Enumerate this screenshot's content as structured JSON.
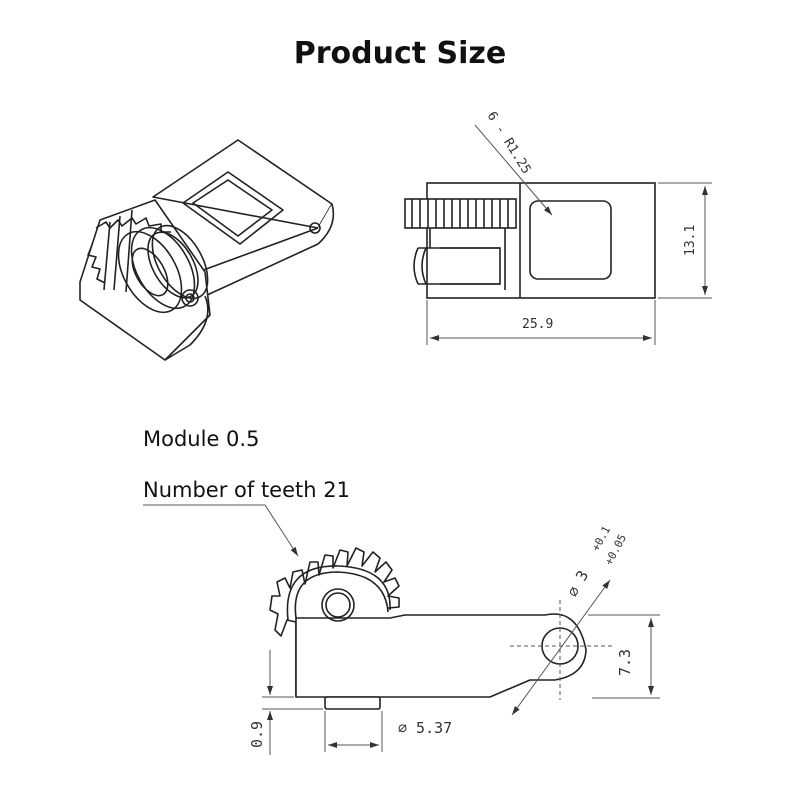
{
  "title": "Product Size",
  "notes": {
    "module": "Module 0.5",
    "teeth": "Number of teeth 21"
  },
  "dimensions": {
    "radius": "6 - R1.25",
    "width": "25.9",
    "height": "13.1",
    "hole_diameter": "⌀ 3",
    "tolerance_upper": "+0.1",
    "tolerance_lower": "+0.05",
    "arm_height": "7.3",
    "offset": "0.9",
    "shaft_diameter": "⌀ 5.37"
  },
  "colors": {
    "line": "#222222",
    "dim": "#555555"
  }
}
